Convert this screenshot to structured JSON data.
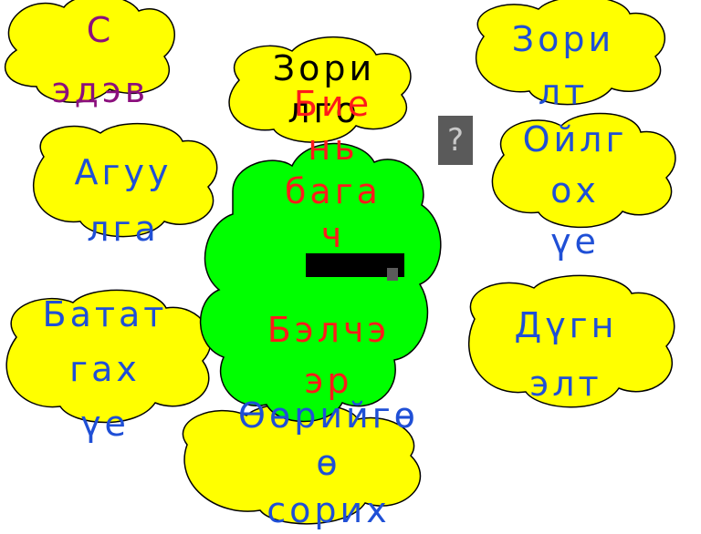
{
  "colors": {
    "cloud_yellow": "#ffff00",
    "cloud_green": "#00ff00",
    "outline": "#000000",
    "text_dark": "#000000",
    "text_purple": "#8b0f7d",
    "text_blue": "#1f4fd6",
    "text_red": "#ff1a1a"
  },
  "clouds": {
    "sedev": "С\nэдэв",
    "zorilgo": "Зори\nлго",
    "zorilt": "Зори\nлт",
    "aguulga": "Агуу\nлга",
    "oilgoh": "Ойлг\nох\nүе",
    "batatgah": "Батат\nгах\nүе",
    "dugnelt": "Дүгн\nэлт",
    "uuriigoo": "Өөрийгө\nө\nсорих",
    "bie_n_baga": "Бие\nнь\nбага\nч",
    "belcher": "Бэлчэ\nэр"
  },
  "icons": {
    "question": "question-mark-icon"
  },
  "question_glyph": "?"
}
